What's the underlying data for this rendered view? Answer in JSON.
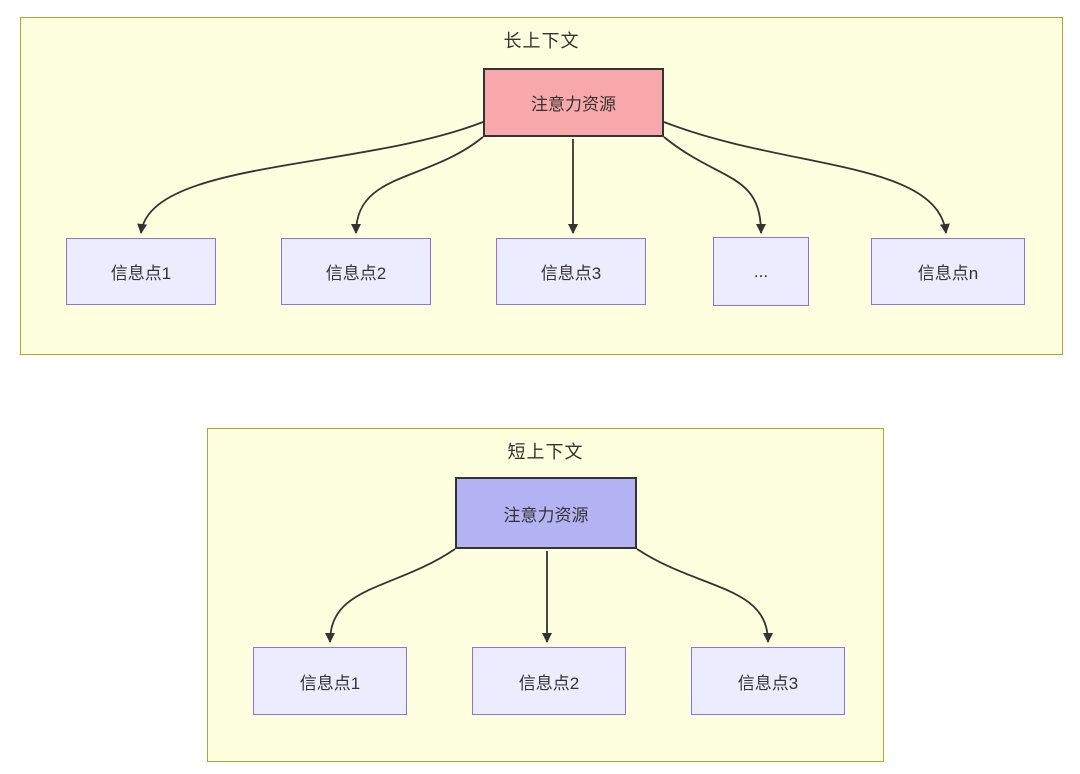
{
  "colors": {
    "cluster_fill": "#feffde",
    "cluster_stroke": "#aaaa33",
    "info_node_fill": "#ececff",
    "info_node_stroke": "#9370db",
    "attention_long_fill": "#f8a7ab",
    "attention_short_fill": "#b3b3f3",
    "attention_stroke": "#333333",
    "arrow_color": "#333333",
    "text_color": "#333333"
  },
  "long_context": {
    "title": "长上下文",
    "attention_label": "注意力资源",
    "items": [
      {
        "label": "信息点1"
      },
      {
        "label": "信息点2"
      },
      {
        "label": "信息点3"
      },
      {
        "label": "..."
      },
      {
        "label": "信息点n"
      }
    ]
  },
  "short_context": {
    "title": "短上下文",
    "attention_label": "注意力资源",
    "items": [
      {
        "label": "信息点1"
      },
      {
        "label": "信息点2"
      },
      {
        "label": "信息点3"
      }
    ]
  }
}
